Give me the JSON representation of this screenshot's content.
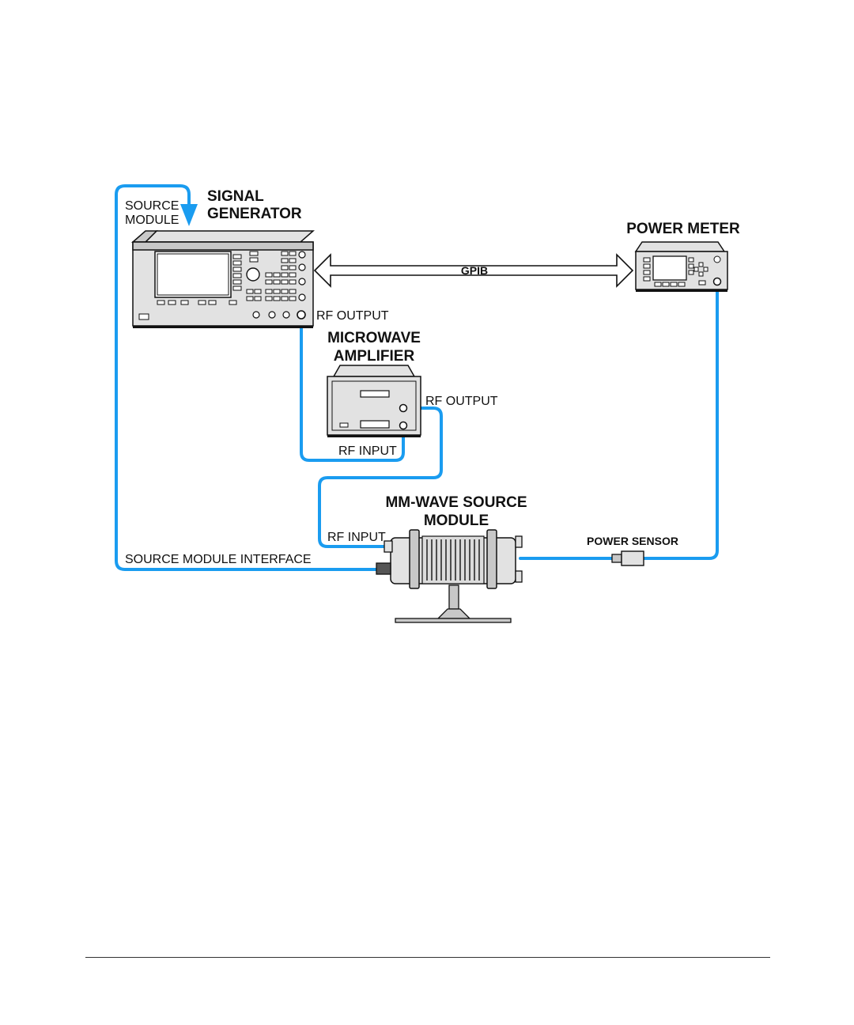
{
  "colors": {
    "cable": "#1a9cf0",
    "device_light": "#e2e2e2",
    "device_mid": "#c8c8c8",
    "device_dark": "#9a9a9a",
    "outline": "#111111"
  },
  "labels": {
    "signal_generator": [
      "SIGNAL",
      "GENERATOR"
    ],
    "source_module_port": [
      "SOURCE",
      "MODULE"
    ],
    "power_meter": "POWER METER",
    "gpib": "GPIB",
    "sg_rf_output": "RF OUTPUT",
    "microwave_amplifier": [
      "MICROWAVE",
      "AMPLIFIER"
    ],
    "amp_rf_output": "RF OUTPUT",
    "amp_rf_input": "RF INPUT",
    "mm_wave_source_module": [
      "MM-WAVE SOURCE",
      "MODULE"
    ],
    "mm_rf_input": "RF INPUT",
    "source_module_interface": "SOURCE MODULE INTERFACE",
    "power_sensor": "POWER SENSOR"
  },
  "icons": {
    "signal_generator": "signal-generator-icon",
    "power_meter": "power-meter-icon",
    "microwave_amplifier": "microwave-amplifier-icon",
    "mm_wave_module": "mm-wave-module-icon",
    "power_sensor": "power-sensor-icon"
  }
}
